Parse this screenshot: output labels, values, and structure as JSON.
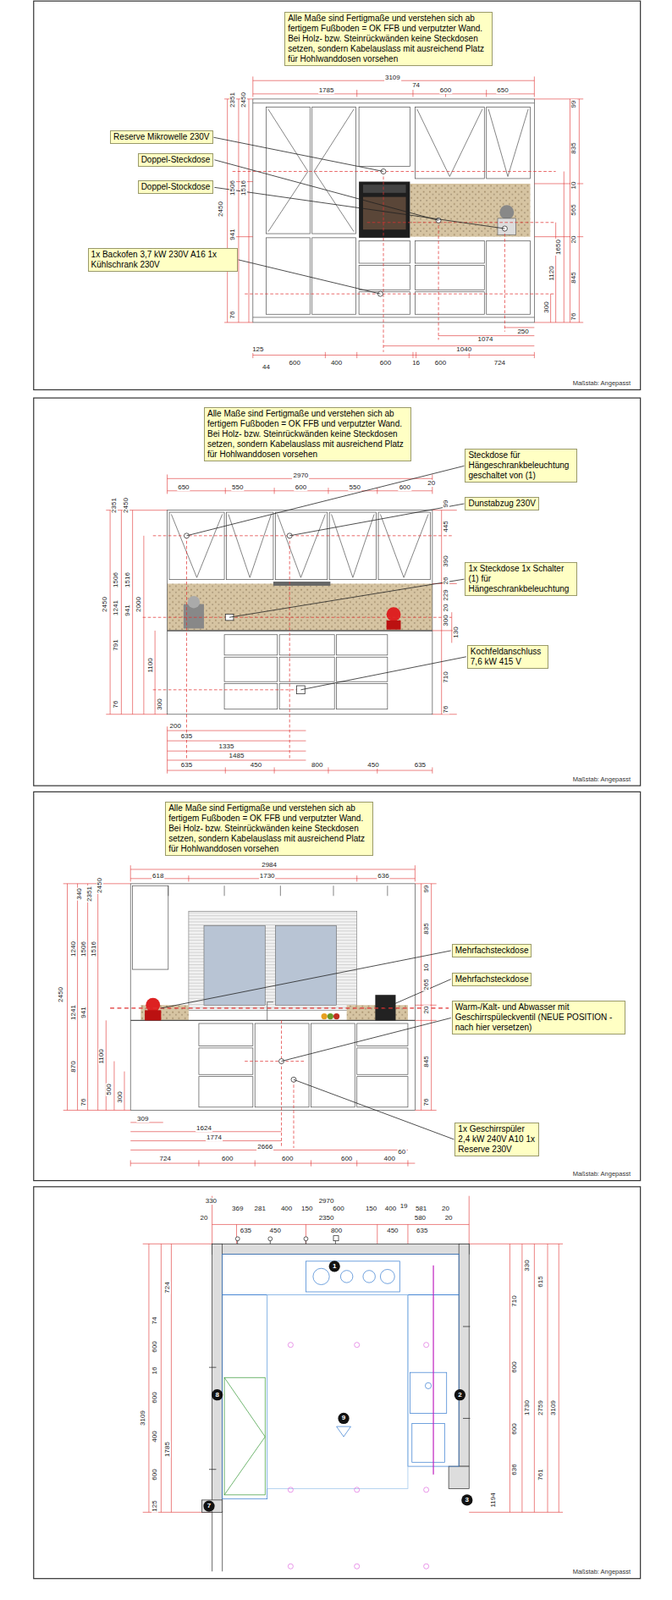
{
  "diagram": {
    "nodes": [
      {
        "text": [
          "Alle Maße sind Fertigmaße und verstehen sich ab fertigem Fußboden = OK FFB und verputzter Wand. Bei Holz- bzw. Steinrückwänden keine Steckdosen setzen, sondern Kabelauslass mit ausreichend Platz für Hohlwanddosen vorsehen"
        ]
      },
      {
        "text": [
          "Reserve Mikrowelle 230V"
        ]
      },
      {
        "text": [
          "Doppel-Steckdose"
        ]
      },
      {
        "text": [
          "Doppel-Stockdose"
        ]
      },
      {
        "text": [
          "1x Backofen 3,7 kW 230V A16 1x Kühlschrank 230V"
        ]
      },
      {
        "text": [
          "Alle Maße sind Fertigmaße und verstehen sich ab fertigem Fußboden = OK FFB und verputzter Wand. Bei Holz- bzw. Steinrückwänden keine Steckdosen setzen, sondern Kabelauslass mit ausreichend Platz für Hohlwanddosen vorsehen"
        ]
      },
      {
        "text": [
          "Steckdose für Hängeschrankbeleuchtung geschaltet von (1)"
        ]
      },
      {
        "text": [
          "Dunstabzug 230V"
        ]
      },
      {
        "text": [
          "1x Steckdose 1x Schalter (1) für Hängeschrankbeleuchtung"
        ]
      },
      {
        "text": [
          "Kochfeldanschluss 7,6 kW 415 V"
        ]
      },
      {
        "text": [
          "Alle Maße sind Fertigmaße und verstehen sich ab fertigem Fußboden = OK FFB und verputzter Wand. Bei Holz- bzw. Steinrückwänden keine Steckdosen setzen, sondern Kabelauslass mit ausreichend Platz für Hohlwanddosen vorsehen"
        ]
      },
      {
        "text": [
          "Mehrfachsteckdose"
        ]
      },
      {
        "text": [
          "Mehrfachsteckdose"
        ]
      },
      {
        "text": [
          "Warm-/Kalt- und Abwasser mit Geschirrspüleckventil (NEUE POSITION - nach hier versetzen)"
        ]
      },
      {
        "text": [
          "1x Geschirrspüler 2,4 kW 240V A10 1x Reserve 230V"
        ]
      }
    ],
    "labels": [
      "3109",
      "1785",
      "74",
      "600",
      "650",
      "2351",
      "2450",
      "1506",
      "1516",
      "2450",
      "941",
      "76",
      "99",
      "835",
      "10",
      "565",
      "20",
      "1650",
      "1120",
      "845",
      "300",
      "76",
      "250",
      "1074",
      "1040",
      "125",
      "44",
      "600",
      "400",
      "600",
      "16",
      "600",
      "724",
      "2970",
      "650",
      "550",
      "600",
      "550",
      "600",
      "20",
      "2351",
      "2450",
      "1506",
      "1516",
      "2450",
      "1241",
      "941",
      "2000",
      "791",
      "1100",
      "76",
      "300",
      "99",
      "445",
      "390",
      "26",
      "229",
      "20",
      "300",
      "130",
      "710",
      "76",
      "200",
      "635",
      "1335",
      "1485",
      "635",
      "450",
      "800",
      "450",
      "635",
      "2984",
      "618",
      "1730",
      "636",
      "340",
      "2351",
      "2450",
      "1240",
      "1506",
      "1516",
      "2450",
      "1241",
      "941",
      "870",
      "1100",
      "500",
      "300",
      "76",
      "99",
      "835",
      "10",
      "265",
      "20",
      "845",
      "76",
      "309",
      "1624",
      "1774",
      "2666",
      "724",
      "600",
      "600",
      "600",
      "400",
      "60",
      "330",
      "2970",
      "369",
      "281",
      "400",
      "150",
      "600",
      "150",
      "400",
      "19",
      "581",
      "20",
      "20",
      "2350",
      "580",
      "20",
      "635",
      "450",
      "800",
      "450",
      "635",
      "724",
      "74",
      "600",
      "16",
      "600",
      "3109",
      "1785",
      "400",
      "600",
      "125",
      "330",
      "615",
      "710",
      "600",
      "1730",
      "2759",
      "3109",
      "600",
      "636",
      "761",
      "1194",
      "1",
      "2",
      "3",
      "8",
      "9",
      "7",
      "Maßstab: Angepasst",
      "Maßstab: Angepasst",
      "Maßstab: Angepasst",
      "Maßstab: Angepasst"
    ]
  }
}
